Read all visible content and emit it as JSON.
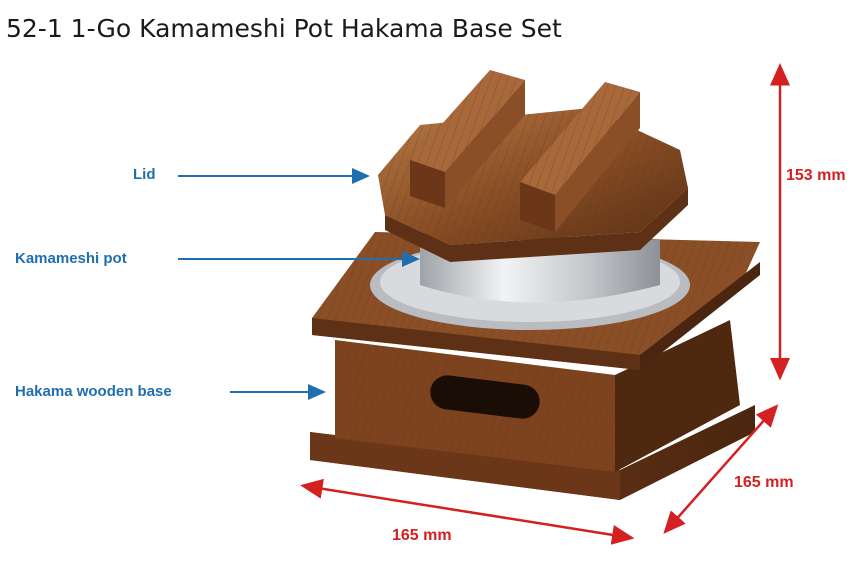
{
  "title": "52-1 1-Go Kamameshi Pot Hakama Base Set",
  "callouts": {
    "lid": "Lid",
    "pot": "Kamameshi pot",
    "base": "Hakama wooden base"
  },
  "dimensions": {
    "height": "153 mm",
    "depth": "165 mm",
    "width": "165 mm"
  },
  "colors": {
    "callout": "#1f6fb0",
    "dimension": "#d42020",
    "wood_dark": "#5a2f14",
    "wood_mid": "#8a4f26",
    "wood_light": "#b87a45",
    "metal": "#c9ccd0"
  }
}
